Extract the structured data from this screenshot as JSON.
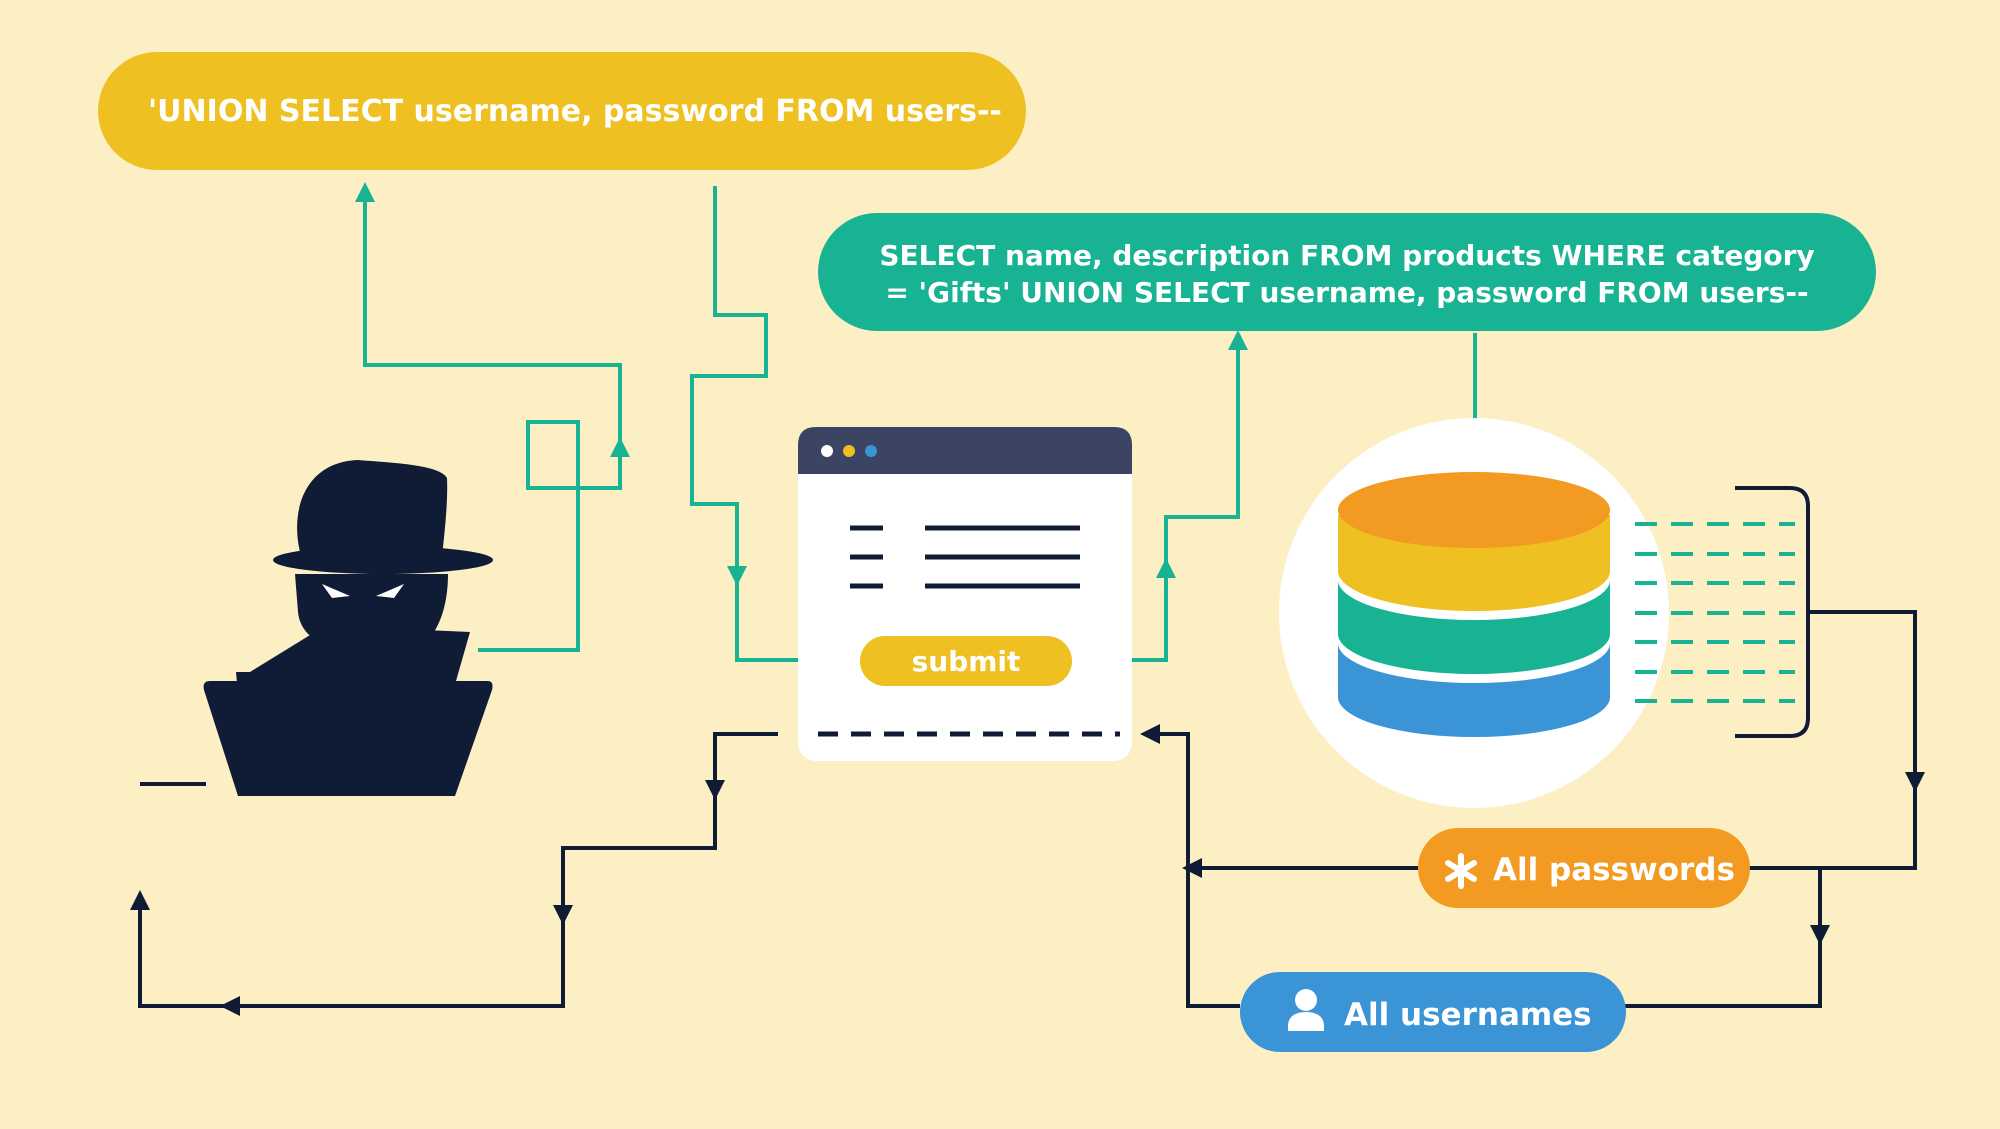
{
  "colors": {
    "background": "#fdefc4",
    "yellow": "#efc021",
    "teal": "#18b393",
    "navy": "#101c35",
    "orange": "#f29a22",
    "blue": "#3a94d6",
    "white": "#ffffff",
    "window_bar": "#3b4462"
  },
  "payload_bubble": {
    "text": "'UNION SELECT username, password FROM users--"
  },
  "query_bubble": {
    "line1": "SELECT name, description FROM products WHERE category",
    "line2": "= 'Gifts' UNION SELECT username, password FROM users--"
  },
  "browser_window": {
    "submit_label": "submit"
  },
  "results": {
    "passwords_label": "All passwords",
    "usernames_label": "All usernames"
  },
  "icons": {
    "attacker": "hacker-icon",
    "database": "database-icon",
    "passwords": "asterisk-icon",
    "usernames": "user-icon"
  }
}
